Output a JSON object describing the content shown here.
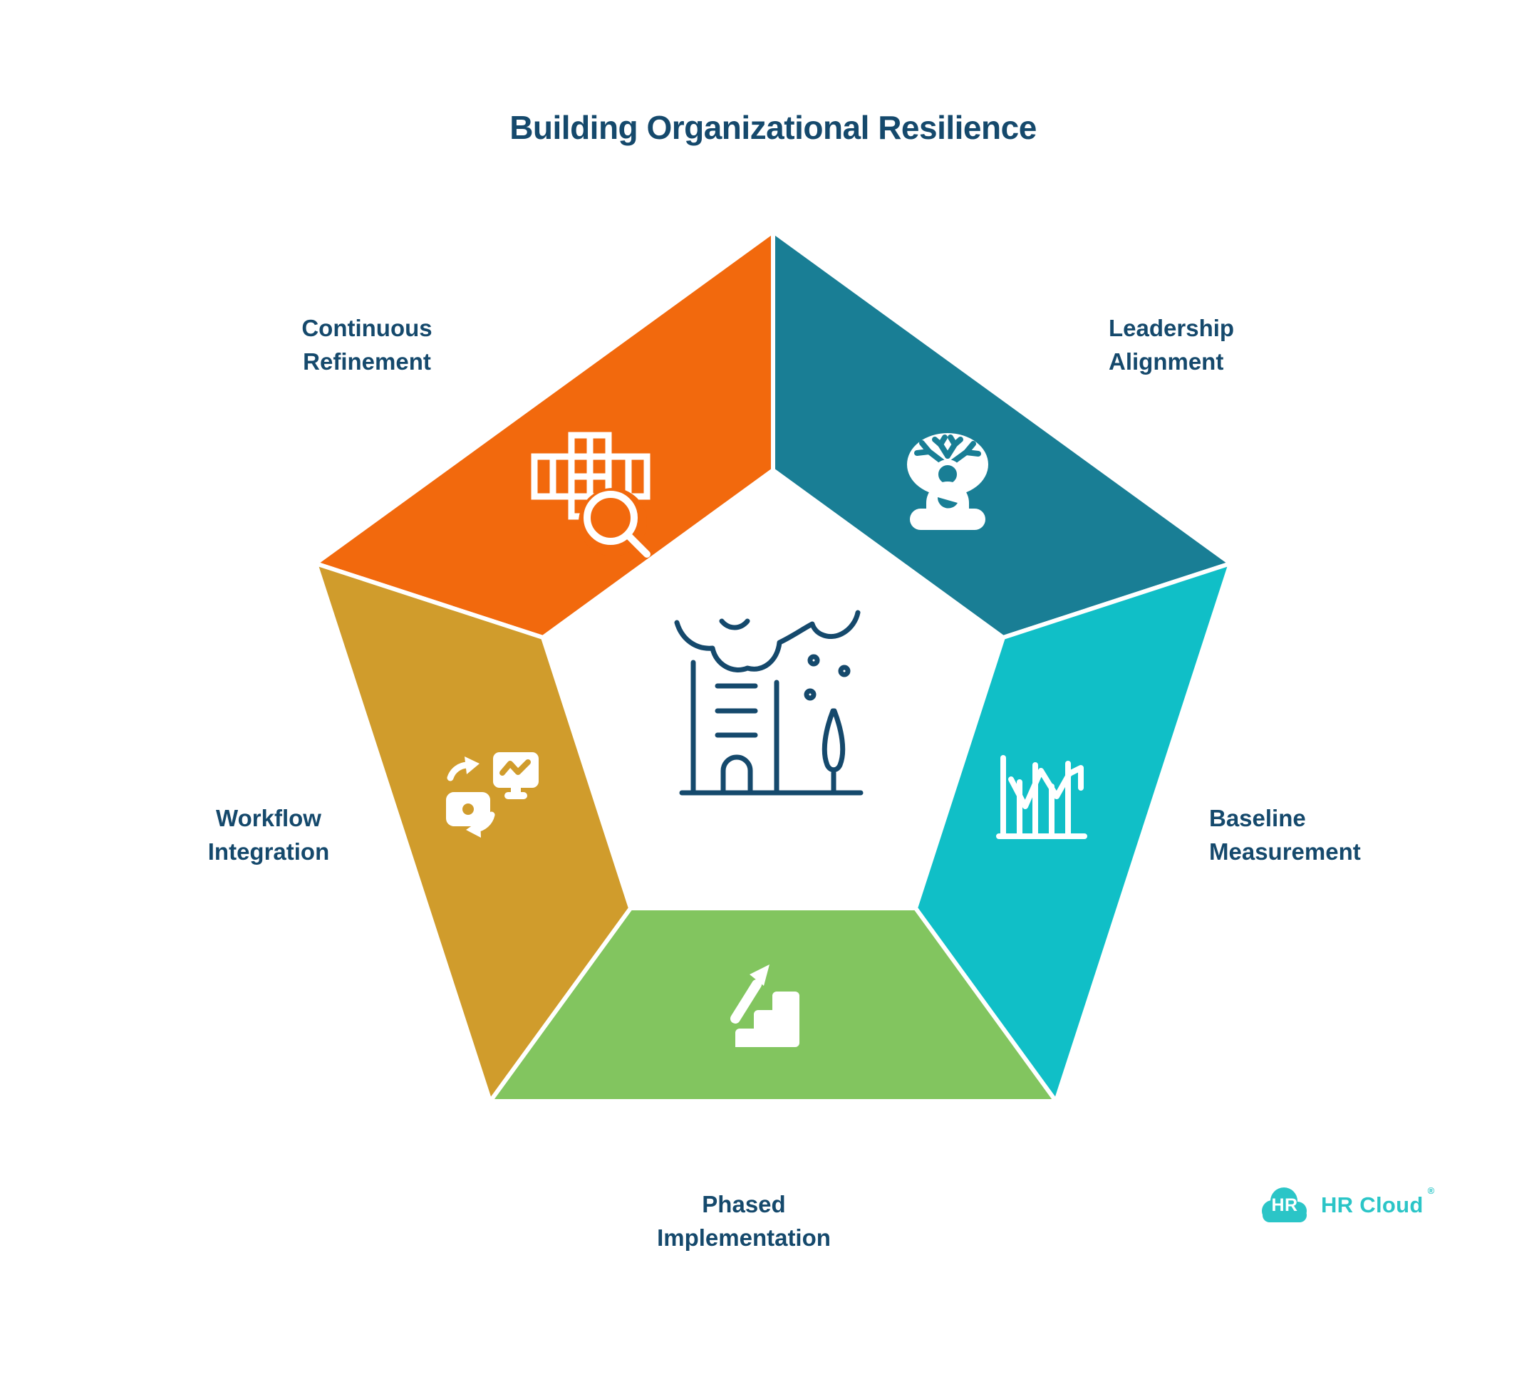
{
  "title": "Building Organizational Resilience",
  "pentagon": {
    "center_icon": "city-landscape",
    "segments": [
      {
        "id": "continuous-refinement",
        "label": "Continuous\nRefinement",
        "color": "#F2690D",
        "icon": "grid-magnifier-icon"
      },
      {
        "id": "leadership-alignment",
        "label": "Leadership\nAlignment",
        "color": "#197E95",
        "icon": "person-tree-icon"
      },
      {
        "id": "baseline-measurement",
        "label": "Baseline\nMeasurement",
        "color": "#10BFC7",
        "icon": "bar-line-chart-icon"
      },
      {
        "id": "phased-implementation",
        "label": "Phased\nImplementation",
        "color": "#82C55F",
        "icon": "stairs-growth-icon"
      },
      {
        "id": "workflow-integration",
        "label": "Workflow\nIntegration",
        "color": "#D09C2C",
        "icon": "device-sync-icon"
      }
    ]
  },
  "colors": {
    "background": "#FFFFFF",
    "heading_text": "#15496C",
    "center_icon_stroke": "#15496C",
    "separator": "#FFFFFF",
    "logo_teal": "#2BC5C7"
  },
  "logo": {
    "monogram": "HR",
    "name": "HR Cloud",
    "registered_mark": "®"
  }
}
